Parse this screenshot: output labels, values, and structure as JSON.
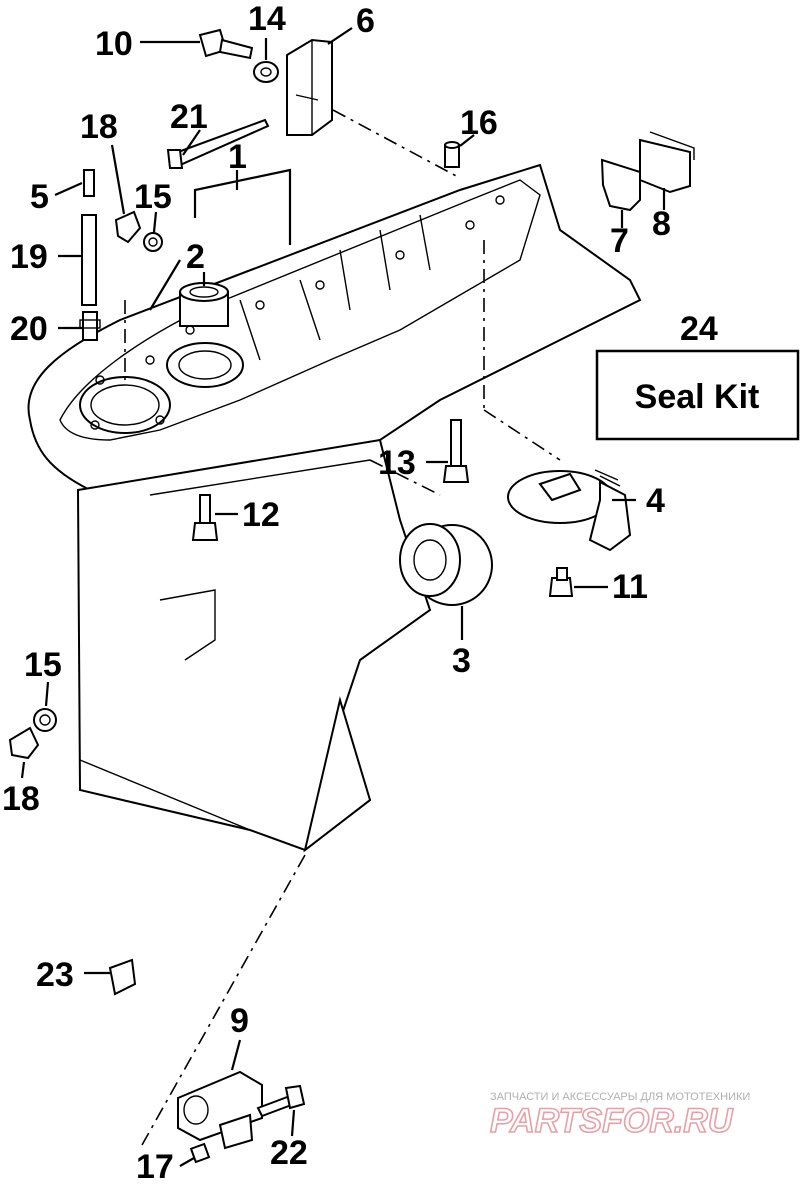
{
  "callouts": {
    "c1": "1",
    "c2": "2",
    "c3": "3",
    "c4": "4",
    "c5": "5",
    "c6": "6",
    "c7": "7",
    "c8": "8",
    "c9": "9",
    "c10": "10",
    "c11": "11",
    "c12": "12",
    "c13": "13",
    "c14": "14",
    "c15a": "15",
    "c15b": "15",
    "c16": "16",
    "c17": "17",
    "c18a": "18",
    "c18b": "18",
    "c19": "19",
    "c20": "20",
    "c21": "21",
    "c22": "22",
    "c23": "23",
    "c24": "24"
  },
  "seal_kit": {
    "label": "Seal Kit"
  },
  "watermark": {
    "tagline": "ЗАПЧАСТИ И АКСЕССУАРЫ ДЛЯ МОТОТЕХНИКИ",
    "site": "PARTSFOR.RU"
  }
}
